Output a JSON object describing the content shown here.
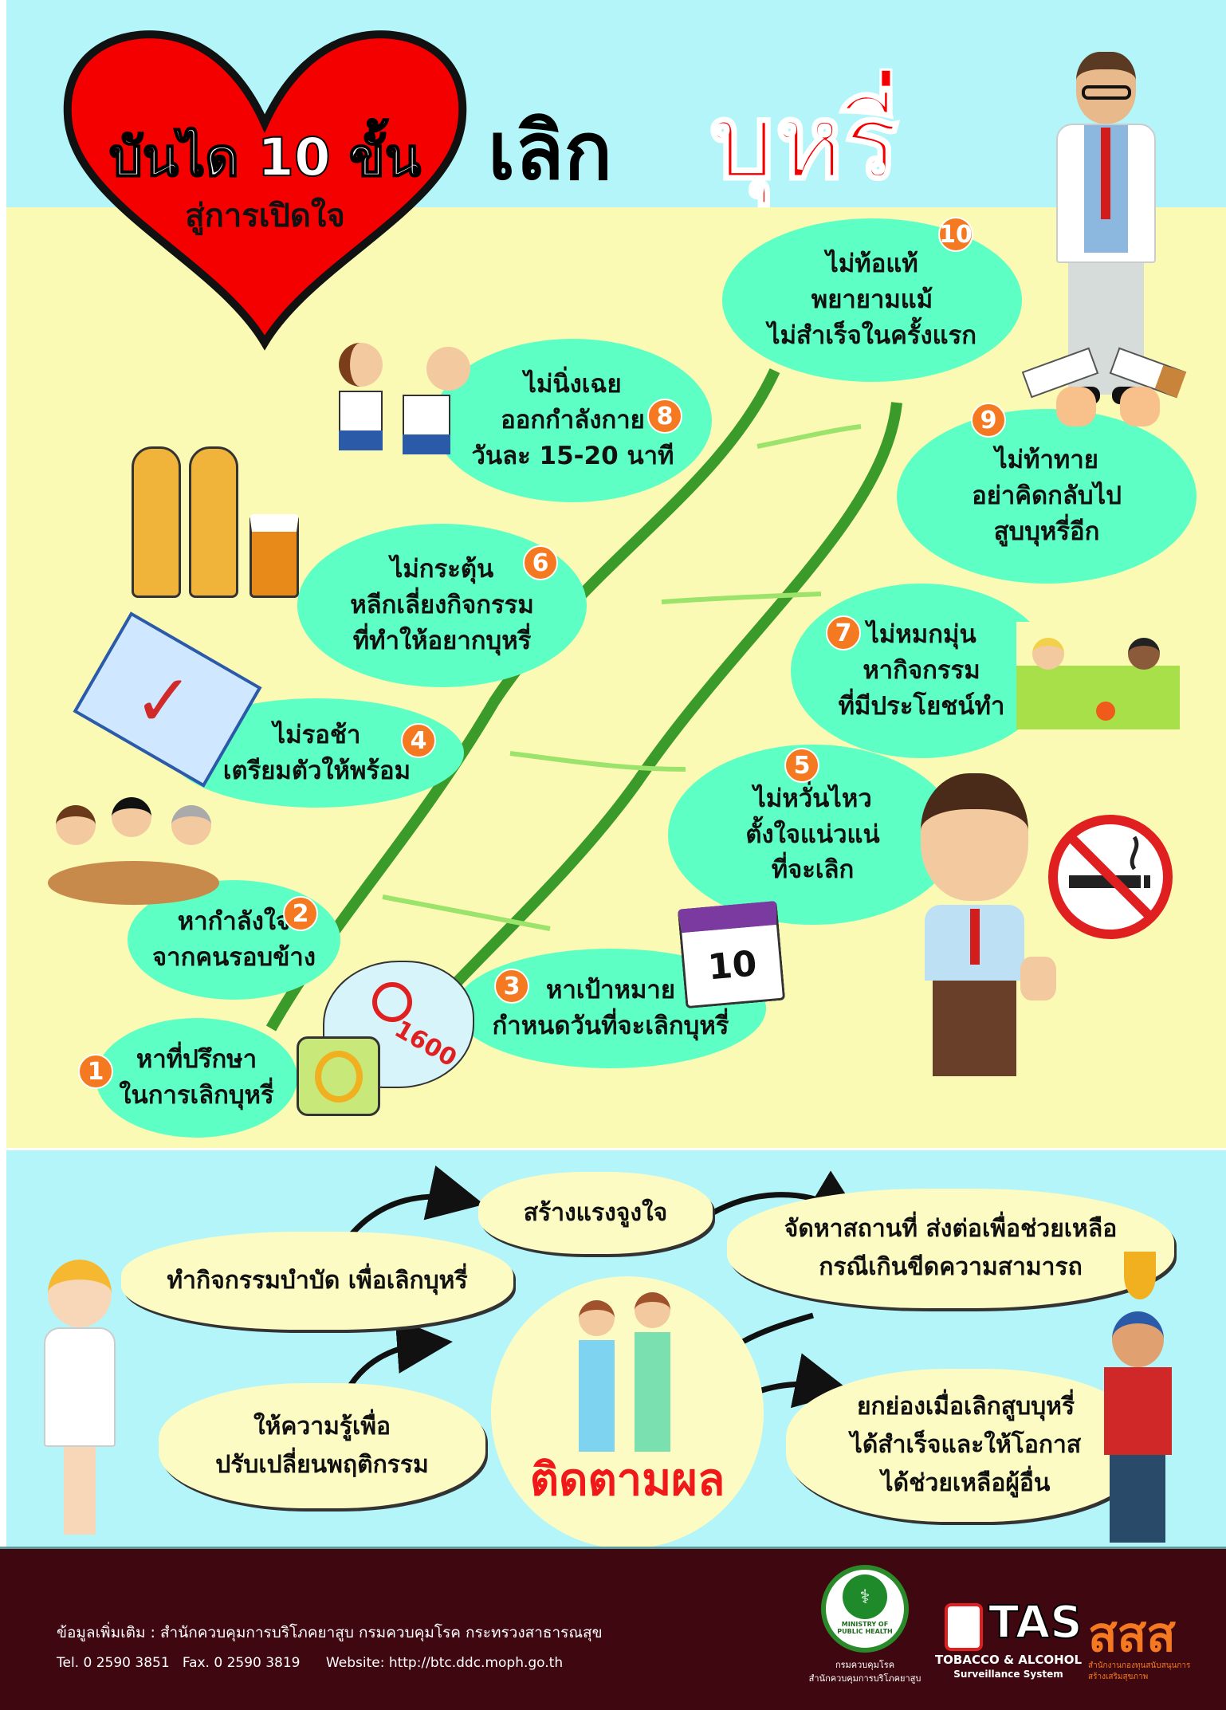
{
  "header": {
    "heart_line1": "บันได 10 ขั้น",
    "heart_line2": "สู่การเปิดใจ",
    "title_black": "เลิก",
    "title_red": "บุหรี่",
    "colors": {
      "red": "#f50000",
      "sky": "#b3f5f9",
      "cream": "#fbfab5",
      "bubble": "#5effc4",
      "badge": "#f47920",
      "footer": "#3f0710"
    }
  },
  "steps": [
    {
      "num": "1",
      "lines": [
        "หาที่ปรึกษา",
        "ในการเลิกบุหรี่"
      ]
    },
    {
      "num": "2",
      "lines": [
        "หากำลังใจ",
        "จากคนรอบข้าง"
      ]
    },
    {
      "num": "3",
      "lines": [
        "หาเป้าหมาย",
        "กำหนดวันที่จะเลิกบุหรี่"
      ]
    },
    {
      "num": "4",
      "lines": [
        "ไม่รอช้า",
        "เตรียมตัวให้พร้อม"
      ]
    },
    {
      "num": "5",
      "lines": [
        "ไม่หวั่นไหว",
        "ตั้งใจแน่วแน่",
        "ที่จะเลิก"
      ]
    },
    {
      "num": "6",
      "lines": [
        "ไม่กระตุ้น",
        "หลีกเลี่ยงกิจกรรม",
        "ที่ทำให้อยากบุหรี่"
      ]
    },
    {
      "num": "7",
      "lines": [
        "ไม่หมกมุ่น",
        "หากิจกรรม",
        "ที่มีประโยชน์ทำ"
      ]
    },
    {
      "num": "8",
      "lines": [
        "ไม่นิ่งเฉย",
        "ออกกำลังกาย",
        "วันละ 15-20 นาที"
      ]
    },
    {
      "num": "9",
      "lines": [
        "ไม่ท้าทาย",
        "อย่าคิดกลับไป",
        "สูบบุหรี่อีก"
      ]
    },
    {
      "num": "10",
      "lines": [
        "ไม่ท้อแท้",
        "พยายามแม้",
        "ไม่สำเร็จในครั้งแรก"
      ]
    }
  ],
  "illustrations": {
    "quitline_number": "1600",
    "calendar_day": "10"
  },
  "process": {
    "motivate": "สร้างแรงจูงใจ",
    "therapy": "ทำกิจกรรมบำบัด เพื่อเลิกบุหรี่",
    "refer": [
      "จัดหาสถานที่ ส่งต่อเพื่อช่วยเหลือ",
      "กรณีเกินขีดความสามารถ"
    ],
    "educate": [
      "ให้ความรู้เพื่อ",
      "ปรับเปลี่ยนพฤติกรรม"
    ],
    "praise": [
      "ยกย่องเมื่อเลิกสูบบุหรี่",
      "ได้สำเร็จและให้โอกาส",
      "ได้ช่วยเหลือผู้อื่น"
    ],
    "follow_up": "ติดตามผล"
  },
  "footer": {
    "info": "ข้อมูลเพิ่มเติม : สำนักควบคุมการบริโภคยาสูบ กรมควบคุมโรค กระทรวงสาธารณสุข",
    "contact": "Tel. 0 2590 3851   Fax. 0 2590 3819      Website: http://btc.ddc.moph.go.th",
    "moph_seal_text": "MINISTRY OF PUBLIC HEALTH",
    "moph_caption": [
      "กรมควบคุมโรค",
      "สำนักควบคุมการบริโภคยาสูบ"
    ],
    "tas_logo": "TAS",
    "tas_caption": [
      "TOBACCO & ALCOHOL",
      "Surveillance System"
    ],
    "thaihealth_logo": "สสส",
    "thaihealth_caption": "สำนักงานกองทุนสนับสนุนการสร้างเสริมสุขภาพ"
  }
}
